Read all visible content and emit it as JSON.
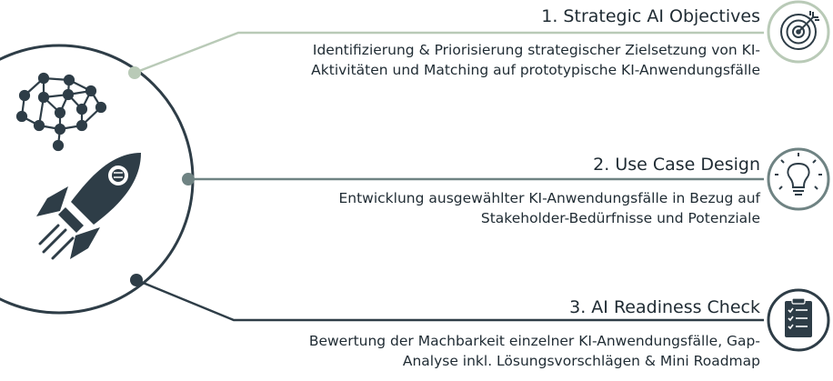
{
  "colors": {
    "text": "#1f2b33",
    "step1_line": "#b9cab7",
    "step2_line": "#6f8383",
    "step3_line": "#2e3d47",
    "icon_dark": "#2e3d47"
  },
  "icons": {
    "brain": "brain-network-icon",
    "rocket": "rocket-icon",
    "step1": "target-icon",
    "step2": "lightbulb-icon",
    "step3": "checklist-icon"
  },
  "steps": [
    {
      "title": "1. Strategic AI Objectives",
      "desc_lines": [
        "Identifizierung & Priorisierung strategischer Zielsetzung von KI-",
        "Aktivitäten und Matching auf prototypische KI-Anwendungsfälle"
      ]
    },
    {
      "title": "2. Use Case Design",
      "desc_lines": [
        "Entwicklung ausgewählter KI-Anwendungsfälle in Bezug auf",
        "Stakeholder-Bedürfnisse und Potenziale"
      ]
    },
    {
      "title": "3. AI Readiness Check",
      "desc_lines": [
        "Bewertung der Machbarkeit einzelner KI-Anwendungsfälle, Gap-",
        "Analyse inkl. Lösungsvorschlägen & Mini Roadmap"
      ]
    }
  ]
}
